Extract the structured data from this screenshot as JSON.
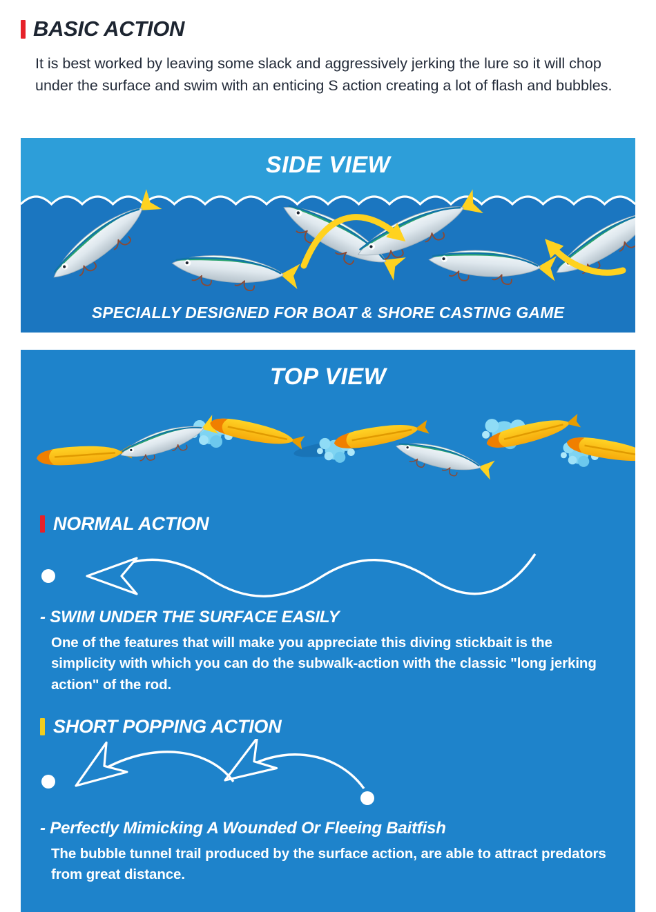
{
  "colors": {
    "accent_red": "#e62129",
    "accent_yellow": "#f2cd1d",
    "panel_blue": "#1e83cb",
    "water_light": "#2d9ed9",
    "water_deep": "#1b76c0",
    "heading_dark": "#1d2531",
    "lure_yellow": "#ffd21f",
    "lure_orange": "#f6a90b",
    "splash_blue": "#7fd4f2",
    "white": "#ffffff"
  },
  "header": {
    "title": "BASIC ACTION",
    "description": "It is best worked by leaving some slack and aggressively jerking the lure so it will chop under the surface and swim with an enticing S action creating a lot of flash and bubbles."
  },
  "side_view": {
    "title": "SIDE VIEW",
    "caption": "SPECIALLY DESIGNED FOR BOAT & SHORE CASTING GAME"
  },
  "top_view": {
    "title": "TOP VIEW",
    "normal_action": {
      "label": "NORMAL ACTION",
      "subtitle": "- SWIM UNDER THE SURFACE EASILY",
      "description": "One of the features that will make you appreciate this diving stickbait is the simplicity with which you can do the subwalk-action with the classic \"long jerking action\" of the rod."
    },
    "short_popping_action": {
      "label": "SHORT POPPING ACTION",
      "subtitle": "- Perfectly Mimicking A Wounded Or Fleeing Baitfish",
      "description": "The bubble tunnel trail produced by the surface action, are able to attract predators from great distance."
    }
  }
}
